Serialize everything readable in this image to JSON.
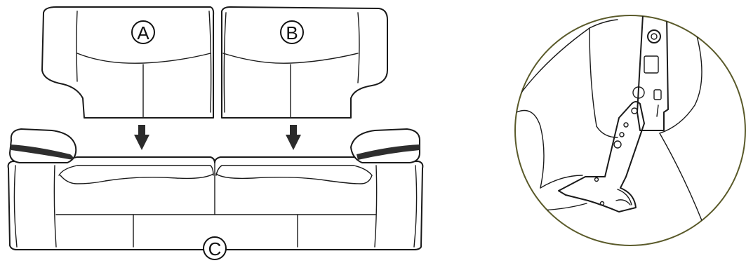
{
  "diagram": {
    "labels": {
      "left_back": "A",
      "right_back": "B",
      "base": "C"
    },
    "colors": {
      "line": "#1a1a1a",
      "arrow": "#2b2b2b",
      "detail_ring": "#5a5a2a",
      "background": "#ffffff"
    }
  }
}
